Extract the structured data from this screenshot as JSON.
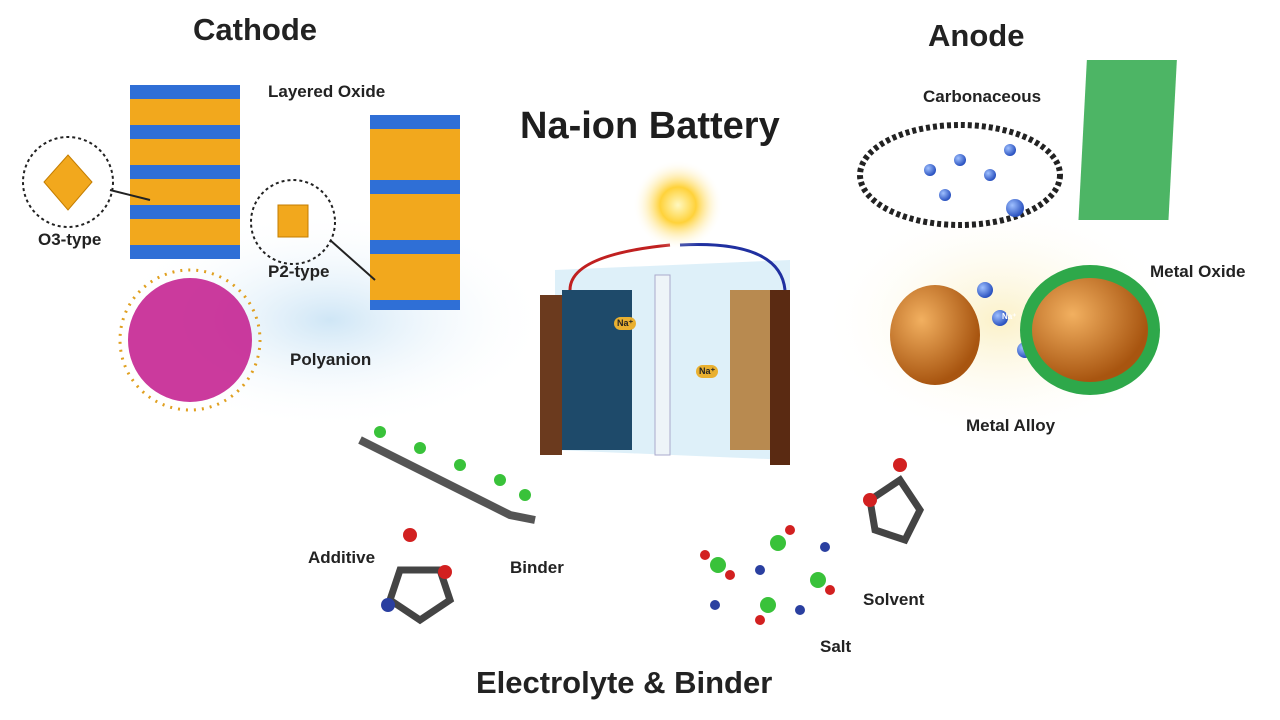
{
  "headings": {
    "cathode": "Cathode",
    "anode": "Anode",
    "center": "Na-ion Battery",
    "bottom": "Electrolyte & Binder"
  },
  "cathode_labels": {
    "layered_oxide": "Layered Oxide",
    "o3": "O3-type",
    "p2": "P2-type",
    "polyanion": "Polyanion"
  },
  "anode_labels": {
    "carbonaceous": "Carbonaceous",
    "metal_oxide": "Metal Oxide",
    "metal_alloy": "Metal Alloy"
  },
  "electrolyte_labels": {
    "additive": "Additive",
    "binder": "Binder",
    "solvent": "Solvent",
    "salt": "Salt"
  },
  "ion_label": "Na⁺",
  "colors": {
    "octahedra_orange": "#f2a81d",
    "octahedra_blue": "#2f6fd6",
    "polyanion_magenta": "#c2188c",
    "graphene": "#222222",
    "sodium_blue": "#3a66d8",
    "metal_oxide_green": "#2ea84a",
    "alloy_orange": "#d27a1f",
    "electrolyte_glow": "#d6ecf8",
    "oxygen_red": "#d22020",
    "fluorine_green": "#39c23a"
  }
}
